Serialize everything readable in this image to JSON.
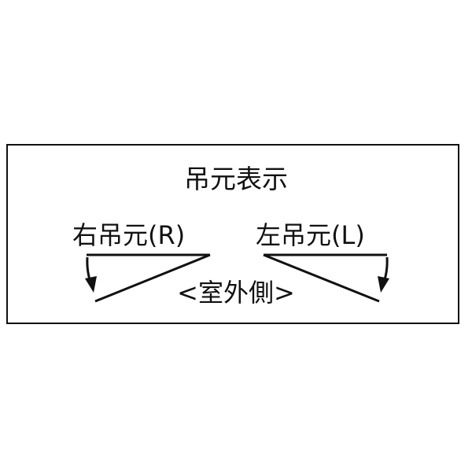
{
  "diagram": {
    "title": "吊元表示",
    "right_hinge": {
      "label": "右吊元(R)"
    },
    "left_hinge": {
      "label": "左吊元(L)"
    },
    "outside_label": "<室外側>"
  },
  "colors": {
    "ink": "#111111",
    "background": "#ffffff"
  }
}
